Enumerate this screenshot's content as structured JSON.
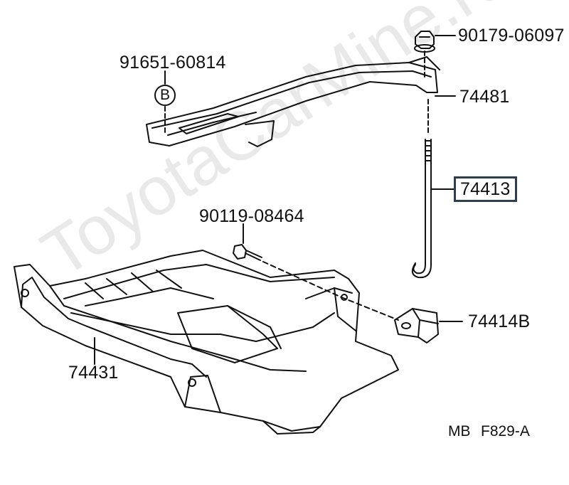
{
  "watermark": "ToyotaCarMine.ru",
  "parts": {
    "nut": "90179-06097",
    "clamp_bolt": "91651-60814",
    "clamp": "74481",
    "rod": "74413",
    "screw": "90119-08464",
    "bracket": "74414B",
    "tray": "74431"
  },
  "callout_b": "B",
  "footer": {
    "mb": "MB",
    "code": "F829-A"
  },
  "highlight_color": "#2e3e4e"
}
